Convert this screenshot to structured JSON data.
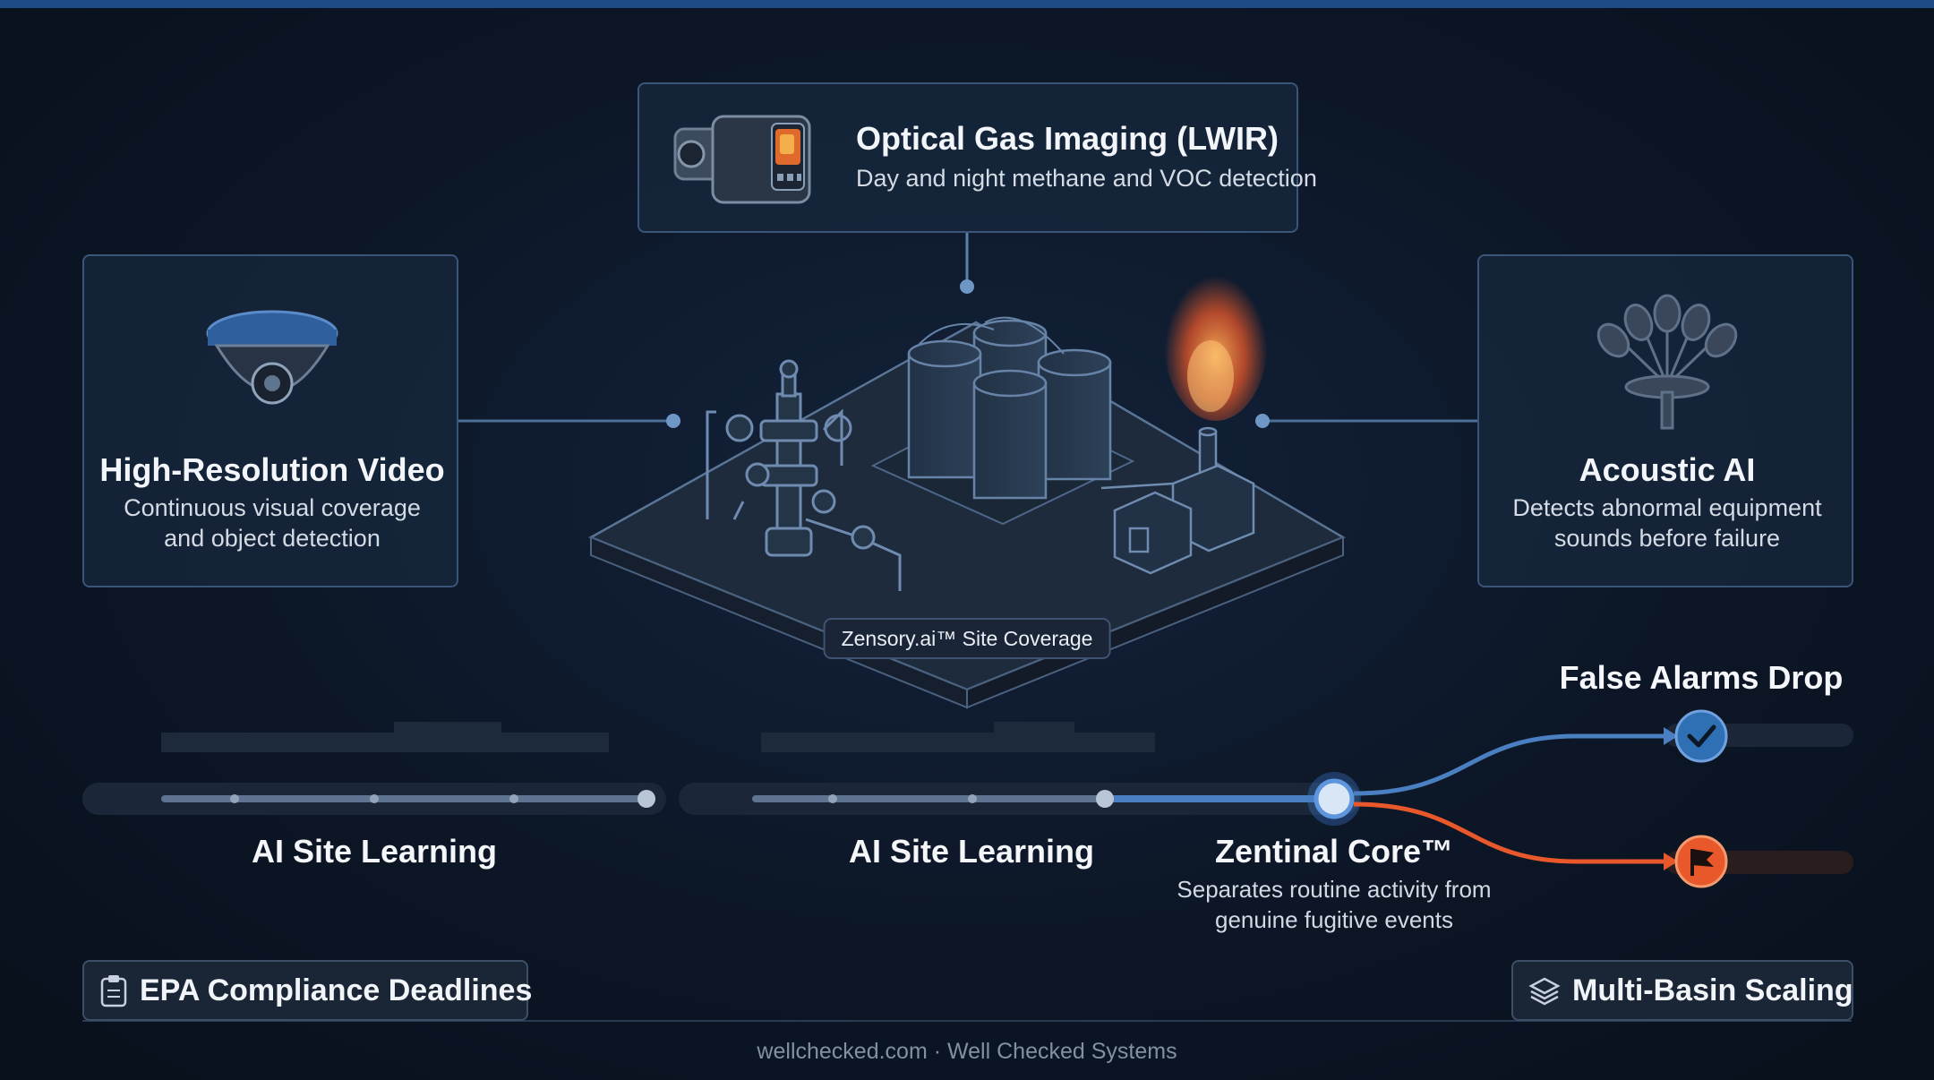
{
  "colors": {
    "background": "#0b1422",
    "card": "#18283e",
    "card_border": "#3a5577",
    "accent_blue": "#4a7fc1",
    "accent_orange": "#e8582a",
    "check_blue": "#2f6fb4"
  },
  "optical_card": {
    "title": "Optical Gas Imaging (LWIR)",
    "description": "Day and night methane and VOC detection",
    "icon": "thermal-camera-icon"
  },
  "video_card": {
    "title": "High-Resolution Video",
    "description_line1": "Continuous visual coverage",
    "description_line2": "and object detection",
    "icon": "dome-camera-icon"
  },
  "acoustic_card": {
    "title": "Acoustic AI",
    "description_line1": "Detects abnormal equipment",
    "description_line2": "sounds before failure",
    "icon": "microphone-array-icon"
  },
  "site": {
    "badge": "Zensory.ai™ Site Coverage"
  },
  "timeline": {
    "stage1_label": "AI Site Learning",
    "stage2_label": "AI Site Learning",
    "core_title": "Zentinal Core™",
    "core_desc_line1": "Separates routine activity from",
    "core_desc_line2": "genuine fugitive events",
    "outcome_top": "False Alarms Drop"
  },
  "bottom": {
    "left_pill": "EPA Compliance Deadlines",
    "left_icon": "clipboard-icon",
    "right_pill": "Multi-Basin Scaling",
    "right_icon": "layers-icon",
    "footer": "wellchecked.com · Well Checked Systems"
  }
}
